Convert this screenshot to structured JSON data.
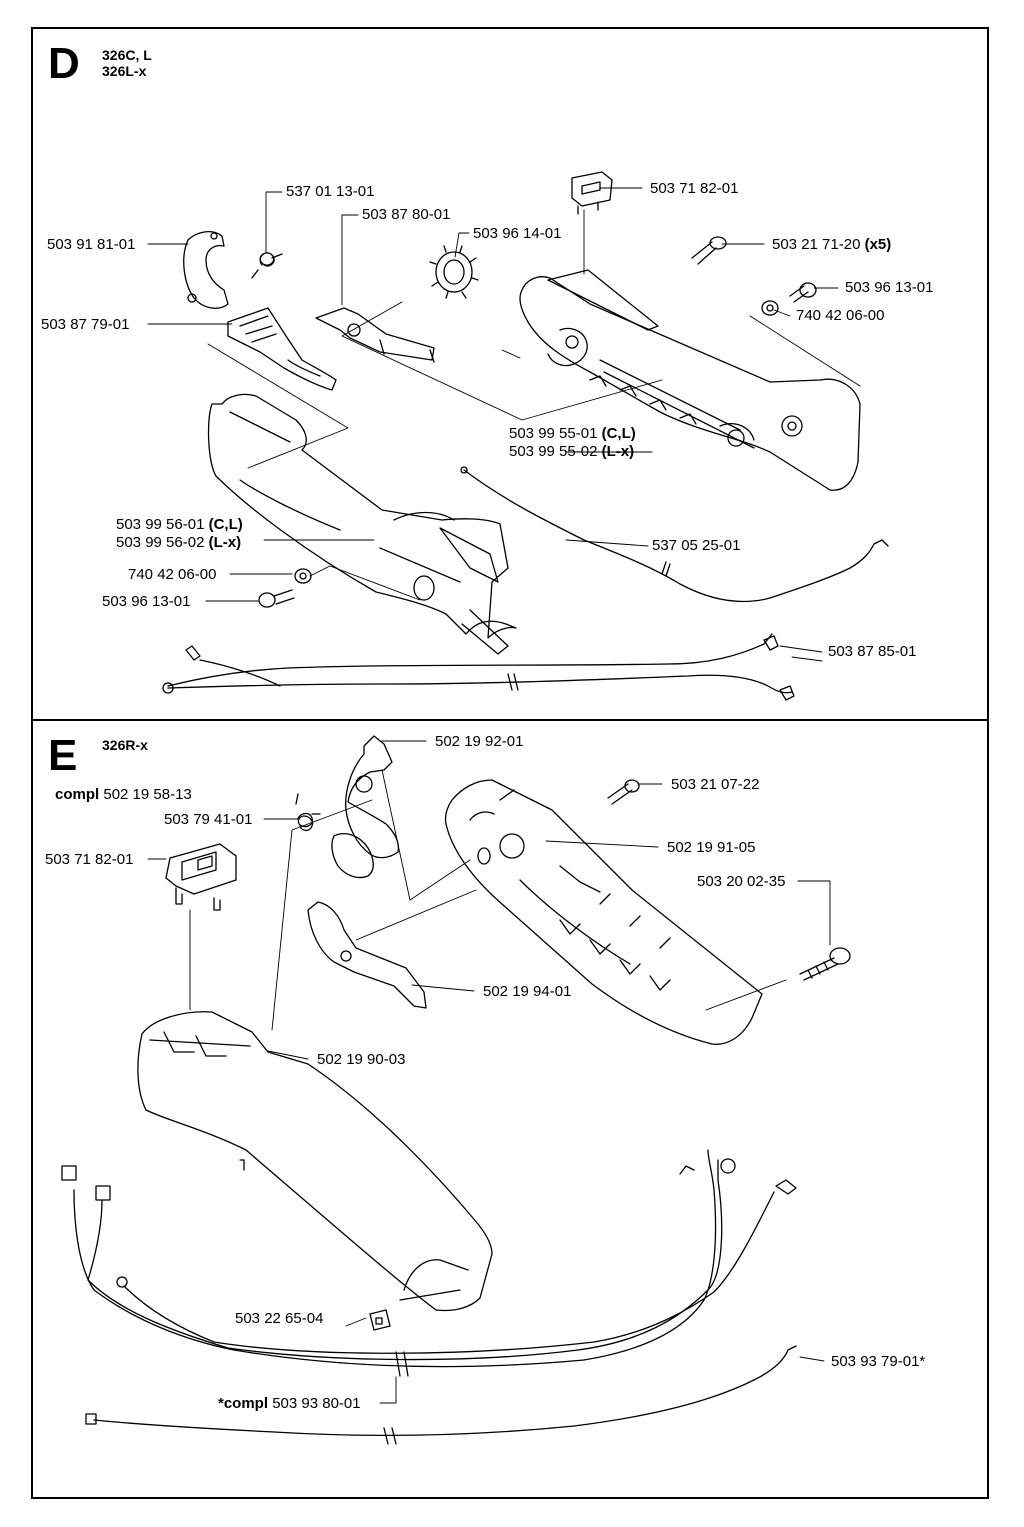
{
  "section_d": {
    "letter": "D",
    "models": [
      "326C, L",
      "326L-x"
    ],
    "parts": [
      {
        "num": "537 01 13-01",
        "qual": ""
      },
      {
        "num": "503 87 80-01",
        "qual": ""
      },
      {
        "num": "503 71 82-01",
        "qual": ""
      },
      {
        "num": "503 91 81-01",
        "qual": ""
      },
      {
        "num": "503 96 14-01",
        "qual": ""
      },
      {
        "num": "503 21 71-20",
        "qual": "(x5)"
      },
      {
        "num": "503 96 13-01",
        "qual": ""
      },
      {
        "num": "740 42 06-00",
        "qual": ""
      },
      {
        "num": "503 87 79-01",
        "qual": ""
      },
      {
        "num": "503 99 55-01",
        "qual": "(C,L)"
      },
      {
        "num": "503 99 55-02",
        "qual": "(L-x)"
      },
      {
        "num": "503 99 56-01",
        "qual": "(C,L)"
      },
      {
        "num": "503 99 56-02",
        "qual": "(L-x)"
      },
      {
        "num": "537 05 25-01",
        "qual": ""
      },
      {
        "num": "740 42 06-00",
        "qual": ""
      },
      {
        "num": "503 96 13-01",
        "qual": ""
      },
      {
        "num": "503 87 85-01",
        "qual": ""
      }
    ]
  },
  "section_e": {
    "letter": "E",
    "models": [
      "326R-x"
    ],
    "compl": {
      "prefix": "compl",
      "num": "502 19 58-13"
    },
    "parts": [
      {
        "num": "502 19 92-01",
        "qual": ""
      },
      {
        "num": "503 21 07-22",
        "qual": ""
      },
      {
        "num": "503 79 41-01",
        "qual": ""
      },
      {
        "num": "502 19 91-05",
        "qual": ""
      },
      {
        "num": "503 71 82-01",
        "qual": ""
      },
      {
        "num": "503 20 02-35",
        "qual": ""
      },
      {
        "num": "502 19 94-01",
        "qual": ""
      },
      {
        "num": "502 19 90-03",
        "qual": ""
      },
      {
        "num": "503 22 65-04",
        "qual": ""
      },
      {
        "num": "503 93 79-01*",
        "qual": ""
      }
    ],
    "compl_cable": {
      "prefix": "*compl",
      "num": "503 93 80-01"
    }
  }
}
